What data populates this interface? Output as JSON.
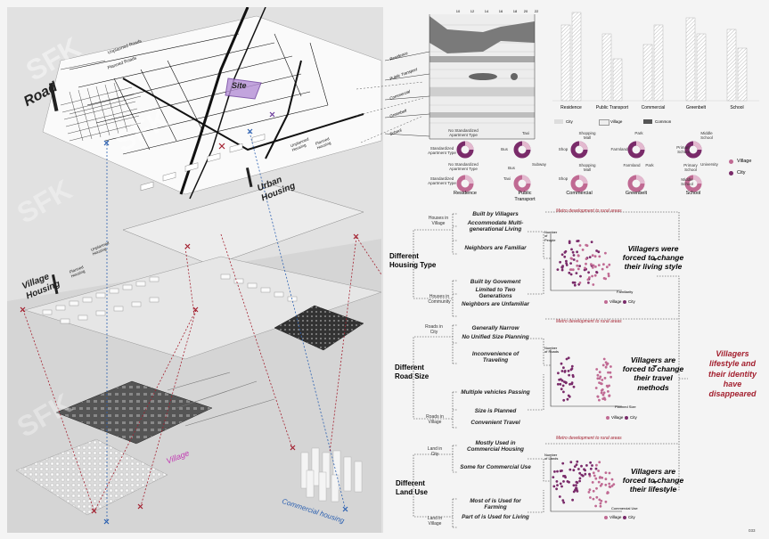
{
  "left": {
    "road_title": "Road",
    "road_legend": [
      "Unplanned Roads",
      "Planned Roads"
    ],
    "site_label": "Site",
    "urban_housing_title": "Urban Housing",
    "urban_legend": [
      "Unplanned Housing",
      "Planned Housing"
    ],
    "village_housing_title": "Village Housing",
    "village_legend": [
      "Unplanned Housing",
      "Planned Housing"
    ],
    "village_label": "Village",
    "commercial_label": "Commercial housing"
  },
  "top_chart": {
    "x_ticks": [
      "10",
      "12",
      "14",
      "16",
      "18",
      "20",
      "22"
    ],
    "row_labels": [
      "Residence",
      "Public Transport",
      "Commercial",
      "Greenbelt",
      "School"
    ]
  },
  "bar_chart": {
    "categories": [
      "Residence",
      "Public Transport",
      "Commercial",
      "Greenbelt",
      "School"
    ],
    "legend": [
      "City",
      "Village",
      "Common"
    ]
  },
  "donuts": {
    "groups": [
      {
        "name": "Residence",
        "top_labels": [
          "No Standardized Apartment Type",
          "Standardized Apartment Type"
        ],
        "bottom_labels": [
          "No Standardized Apartment Type",
          "Standardized Apartment Type"
        ]
      },
      {
        "name": "Public Transport",
        "top_labels": [
          "Taxi",
          "Bus",
          "Subway"
        ],
        "bottom_labels": [
          "Bus",
          "Taxi"
        ]
      },
      {
        "name": "Commercial",
        "top_labels": [
          "Shopping Mall",
          "Shop"
        ],
        "bottom_labels": [
          "Shopping Mall",
          "Shop"
        ]
      },
      {
        "name": "Greenbelt",
        "top_labels": [
          "Park",
          "Farmland"
        ],
        "bottom_labels": [
          "Farmland",
          "Park"
        ]
      },
      {
        "name": "School",
        "top_labels": [
          "Middle School",
          "Primary School"
        ],
        "bottom_labels": [
          "University",
          "Primary School",
          "Middle School"
        ]
      }
    ],
    "legend": [
      "Village",
      "City"
    ]
  },
  "housing": {
    "category": "Different Housing Type",
    "branch_top": "Houses in Village",
    "branch_bottom": "Houses in Community",
    "items_top": [
      "Built by Villagers",
      "Accommodate Multi-generational Living",
      "Neighbors are Familiar"
    ],
    "items_bottom": [
      "Built by Govement",
      "Limited to Two Generations",
      "Neighbors are Unfamiliar"
    ],
    "chart_title": "Metro development to rural areas",
    "y_label": "Number of People",
    "x_label": "Familiarity",
    "result": "Villagers were forced to change their living style"
  },
  "road": {
    "category": "Different Road Size",
    "branch_top": "Roads in City",
    "branch_bottom": "Roads in Village",
    "items_top": [
      "Generally Narrow",
      "No Unified Size Planning",
      "Inconvenience of Traveling"
    ],
    "items_bottom": [
      "Multiple vehicles Passing",
      "Size is Planned",
      "Convenient Travel"
    ],
    "chart_title": "Metro development to rural areas",
    "y_label": "Number of Roads",
    "x_label": "Planned Size",
    "result": "Villagers are forced to change their travel methods"
  },
  "land": {
    "category": "Different Land Use",
    "branch_top": "Land in City",
    "branch_bottom": "Land in Village",
    "items_top": [
      "Mostly Used in Commercial Housing",
      "Some for Commercial Use"
    ],
    "items_bottom": [
      "Most of is Used for Farming",
      "Part of is Used for Living"
    ],
    "chart_title": "Metro development to rural areas",
    "y_label": "Number of Lands",
    "x_label": "Commercial Use",
    "result": "Villagers are forced to change their lifestyle"
  },
  "scatter_legend": [
    "Village",
    "City"
  ],
  "conclusion": "Villagers lifestyle and their identity have disappeared",
  "page_number": "033",
  "watermark": "SFK",
  "colors": {
    "village": "#c06a93",
    "city": "#7a2b6a",
    "accent_red": "#a3202f",
    "blue": "#2a5fb0",
    "magenta": "#c23ab3"
  }
}
